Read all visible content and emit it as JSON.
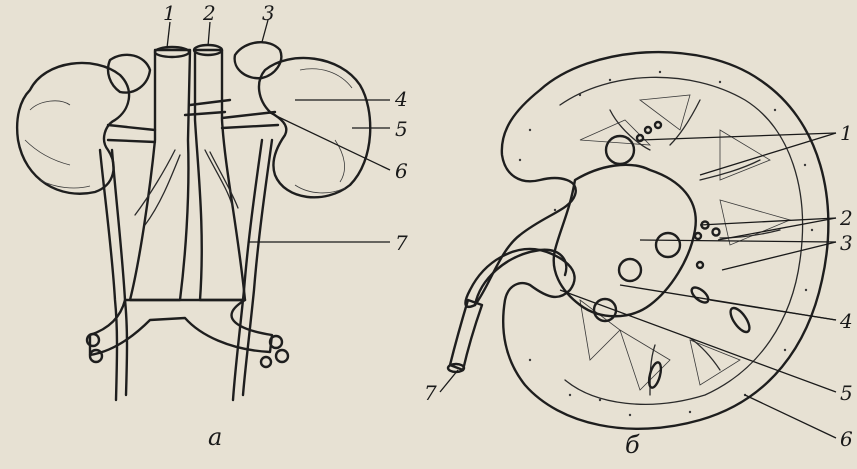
{
  "panels": {
    "a": {
      "caption": "а",
      "labels": [
        "1",
        "2",
        "3",
        "4",
        "5",
        "6",
        "7"
      ]
    },
    "b": {
      "caption": "б",
      "labels": [
        "1",
        "2",
        "3",
        "4",
        "5",
        "6",
        "7"
      ]
    }
  },
  "colors": {
    "paper": "#e7e1d3",
    "ink": "#1e1e1e"
  }
}
